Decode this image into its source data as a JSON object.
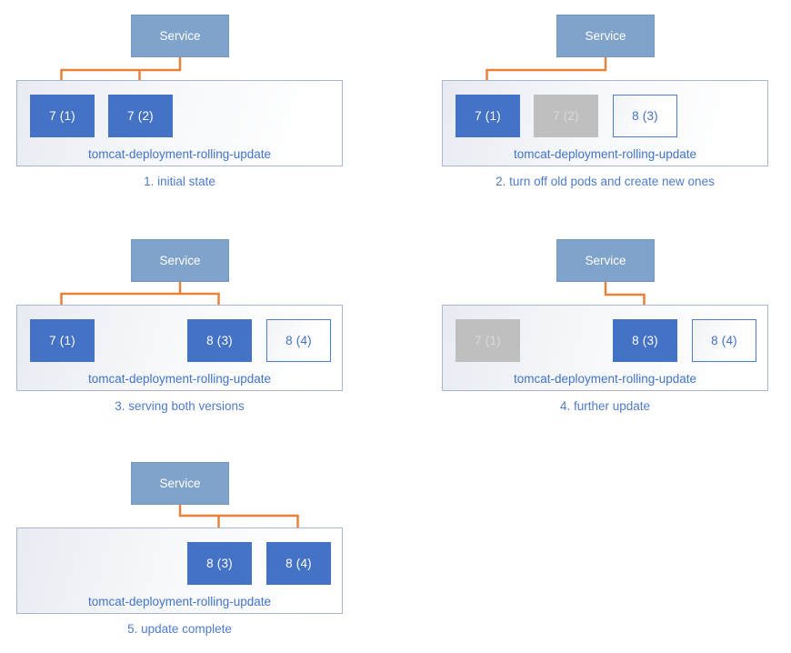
{
  "service_label": "Service",
  "deployment_label": "tomcat-deployment-rolling-update",
  "colors": {
    "pod_active": "#4472C4",
    "pod_inactive": "#BFBFBF",
    "pod_new_border": "#4E7EC9",
    "service_fill": "#7FA3CB",
    "arrow": "#E8813A",
    "container_border": "#A9B6D2",
    "label_text": "#4273C8",
    "caption_text": "#4E7CC9"
  },
  "panels": [
    {
      "caption": "1. initial state",
      "served_pods": [
        "7 (1)",
        "7 (2)"
      ],
      "pods": [
        {
          "label": "7 (1)",
          "state": "active"
        },
        {
          "label": "7 (2)",
          "state": "active"
        }
      ]
    },
    {
      "caption": "2. turn off old pods and create new ones",
      "served_pods": [
        "7 (1)"
      ],
      "pods": [
        {
          "label": "7 (1)",
          "state": "active"
        },
        {
          "label": "7 (2)",
          "state": "terminated"
        },
        {
          "label": "8 (3)",
          "state": "new"
        }
      ]
    },
    {
      "caption": "3. serving both versions",
      "served_pods": [
        "7 (1)",
        "8 (3)"
      ],
      "pods": [
        {
          "label": "7 (1)",
          "state": "active"
        },
        {
          "label": "8 (3)",
          "state": "active"
        },
        {
          "label": "8 (4)",
          "state": "new"
        }
      ]
    },
    {
      "caption": "4. further update",
      "served_pods": [
        "8 (3)"
      ],
      "pods": [
        {
          "label": "7 (1)",
          "state": "terminated"
        },
        {
          "label": "8 (3)",
          "state": "active"
        },
        {
          "label": "8 (4)",
          "state": "new"
        }
      ]
    },
    {
      "caption": "5. update complete",
      "served_pods": [
        "8 (3)",
        "8 (4)"
      ],
      "pods": [
        {
          "label": "8 (3)",
          "state": "active"
        },
        {
          "label": "8 (4)",
          "state": "active"
        }
      ]
    }
  ]
}
